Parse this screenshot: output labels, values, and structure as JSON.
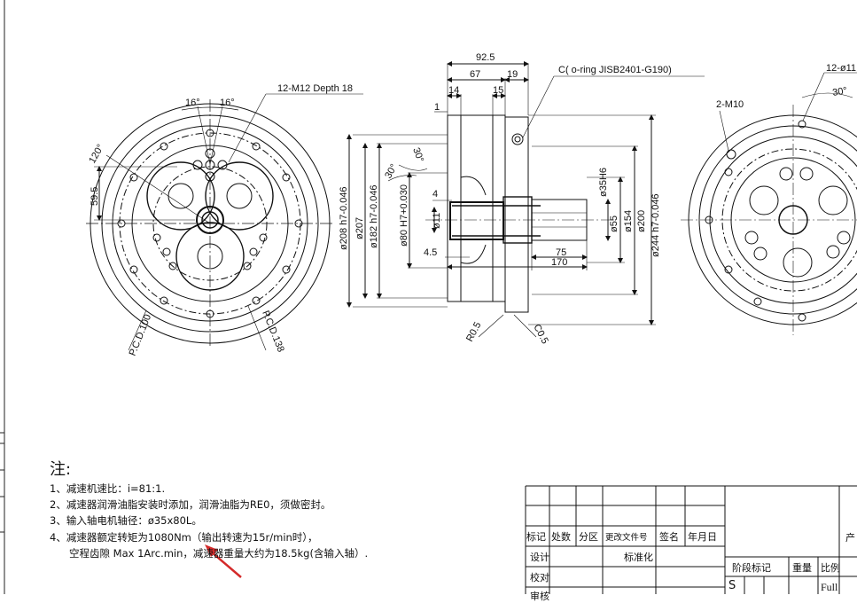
{
  "left_view": {
    "angle_a": "16°",
    "angle_b": "16°",
    "angle_c": "120°",
    "tapped_holes": "12-M12 Depth 18",
    "dim_595": "59.5",
    "pcd_small": "P.C.D.100",
    "pcd_large": "P.C.D.138"
  },
  "section_view": {
    "overall": "92.5",
    "dim_67": "67",
    "dim_19": "19",
    "dim_14": "14",
    "dim_15": "15",
    "dim_1": "1",
    "dim_4": "4",
    "dim_45": "4.5",
    "dim_75": "75",
    "dim_170": "170",
    "oring": "C( o-ring JISB2401-G190)",
    "angle_30a": "30°",
    "angle_30b": "30°",
    "d208": "ø208 h7-0.046",
    "d207": "ø207",
    "d182": "ø182 h7-0.046",
    "d80": "ø80 H7+0.030",
    "d11": "ø11",
    "d35": "ø35H6",
    "d55": "ø55",
    "d154": "ø154",
    "d200": "ø200",
    "d244": "ø244 h7-0.046",
    "r05": "R0.5",
    "c05": "C0.5"
  },
  "right_view": {
    "holes_m10": "2-M10",
    "holes_top": "12-ø11",
    "angle": "30°"
  },
  "notes": {
    "heading": "注:",
    "items": [
      "1、减速机速比：i=81:1.",
      "2、减速器润滑油脂安装时添加，润滑油脂为RE0，须做密封。",
      "3、输入轴电机轴径：ø35x80L。",
      "4、减速器额定转矩为1080Nm（输出转速为15r/min时），",
      "空程齿隙 Max 1Arc.min，减速器重量大约为18.5kg(含输入轴）."
    ]
  },
  "title_block": {
    "headers": [
      "标记",
      "处数",
      "分区",
      "更改文件号",
      "签名",
      "年月日"
    ],
    "design": "设计",
    "standardization": "标准化",
    "check": "校对",
    "review": "审核",
    "stage_mark": "阶段标记",
    "weight": "重量",
    "scale": "比例",
    "stage_value": "S",
    "scale_value": "Full",
    "product_partial": "产"
  },
  "annotation_color": "#d42a2a"
}
